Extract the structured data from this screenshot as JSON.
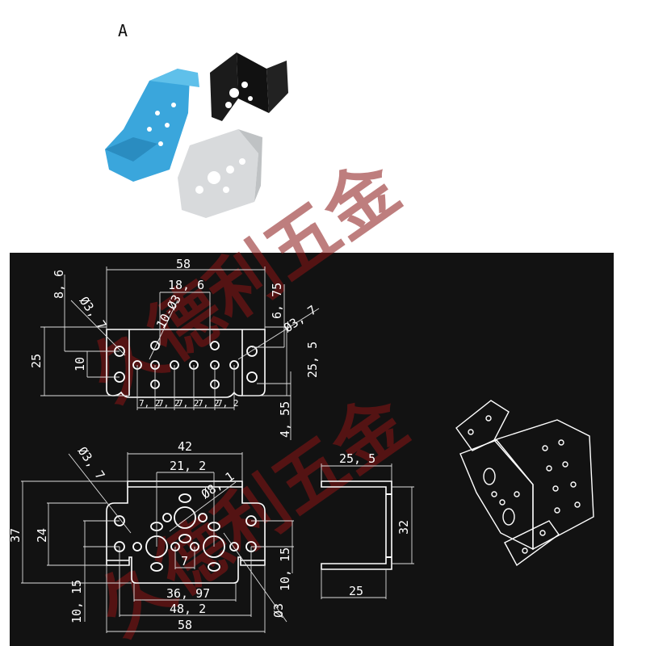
{
  "figure_label": "A",
  "watermark": "久德利五金",
  "colors": {
    "background_panel": "#121212",
    "line": "#ffffff",
    "watermark": "#8a1515",
    "bracket_blue": "#3aa6dc",
    "bracket_black": "#1b1b1b",
    "bracket_silver": "#d8dadc"
  },
  "top_view": {
    "width": "58",
    "hole_spacing": "18, 6",
    "left_offset": "8, 6",
    "left_hole": "Ø3, 7",
    "holes_note": "10-Ø3",
    "right_offset": "6, 75",
    "right_hole": "Ø3, 7",
    "height_left": "25",
    "vertical_pitch": "10",
    "height_right": "25, 5",
    "bottom_offset": "4, 55",
    "pitch": [
      "7, 2",
      "7, 2",
      "7, 2",
      "7, 2",
      "7, 2"
    ]
  },
  "front_view": {
    "top_width": "42",
    "inner_spacing": "21, 2",
    "left_hole": "Ø3, 7",
    "center_hole": "Ø8, 1",
    "height": "37",
    "inner_height": "24",
    "left_offset": "10, 15",
    "right_offset": "10, 15",
    "center_pitch": "7",
    "right_hole": "Ø3",
    "slot_width": "36, 97",
    "hole_span": "48, 2",
    "width": "58"
  },
  "side_view": {
    "width_top": "25, 5",
    "height": "32",
    "width_bottom": "25"
  }
}
